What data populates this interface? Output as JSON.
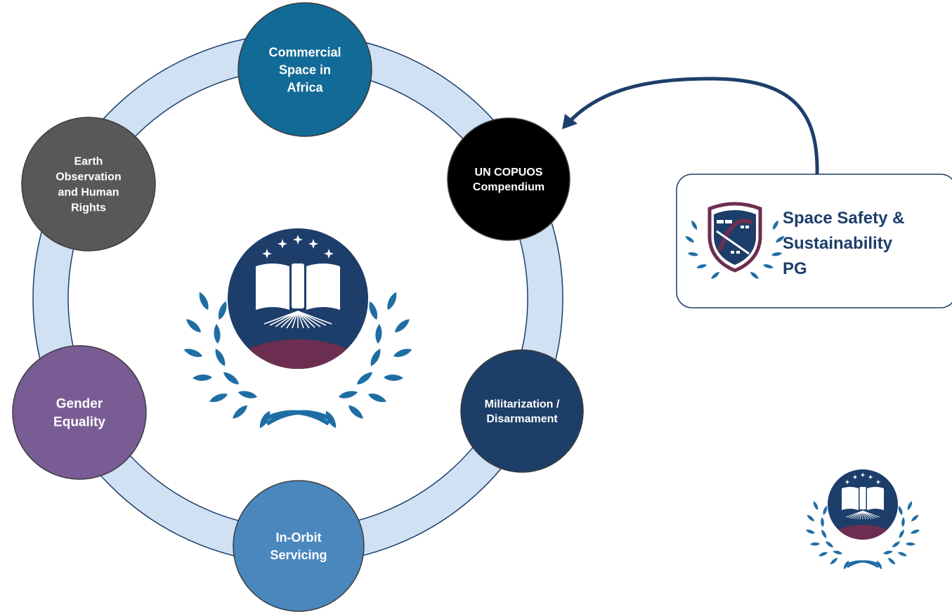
{
  "nodes": [
    {
      "id": "commercial-space-africa",
      "lines": [
        "Commercial",
        "Space in",
        "Africa"
      ],
      "color": "#126a96"
    },
    {
      "id": "un-copuos",
      "lines": [
        "UN COPUOS",
        "Compendium"
      ],
      "color": "#000000"
    },
    {
      "id": "militarization",
      "lines": [
        "Militarization /",
        "Disarmament"
      ],
      "color": "#1c3e68"
    },
    {
      "id": "in-orbit-servicing",
      "lines": [
        "In-Orbit",
        "Servicing"
      ],
      "color": "#4a87bd"
    },
    {
      "id": "gender-equality",
      "lines": [
        "Gender",
        "Equality"
      ],
      "color": "#7a5c95"
    },
    {
      "id": "earth-observation",
      "lines": [
        "Earth",
        "Observation",
        "and Human",
        "Rights"
      ],
      "color": "#585858"
    }
  ],
  "project_group": {
    "lines": [
      "Space Safety &",
      "Sustainability",
      "PG"
    ]
  },
  "colors": {
    "ring_fill": "#cfe1f3",
    "ring_stroke": "#1d3e6a",
    "emblem_navy": "#1d3e6a",
    "emblem_maroon": "#6c2e50",
    "laurel_blue": "#1f6ea3",
    "arrow": "#1d3e6a"
  },
  "icons": [
    "emblem-logo",
    "laurel-wreath",
    "book-icon",
    "star-icon",
    "satellite-icon",
    "shield-icon"
  ]
}
